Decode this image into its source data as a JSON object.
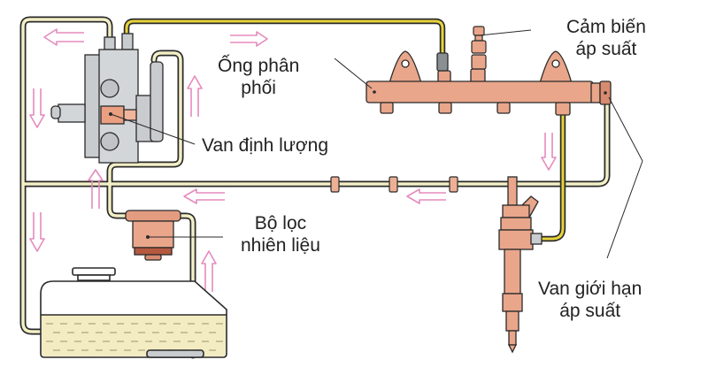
{
  "diagram": {
    "title": "Common rail diesel fuel system",
    "labels": {
      "rail_line1": "Ống phân",
      "rail_line2": "phối",
      "sensor_line1": "Cảm biến",
      "sensor_line2": "áp suất",
      "metering_valve": "Van định lượng",
      "filter_line1": "Bộ lọc",
      "filter_line2": "nhiên liệu",
      "limiter_line1": "Van giới hạn",
      "limiter_line2": "áp suất"
    },
    "components": [
      "high-pressure-pump",
      "common-rail",
      "pressure-sensor",
      "metering-valve",
      "fuel-filter",
      "fuel-tank",
      "injector",
      "pressure-limiting-valve"
    ],
    "colors": {
      "pipe_outline": "#2a2a2a",
      "low_pressure_pipe": "#f3efc6",
      "high_pressure_pipe": "#e8d33a",
      "copper": "#e9a68a",
      "copper_dark": "#c7785c",
      "pump_gray": "#c9cccf",
      "arrow": "#e58bbd",
      "fuel": "#f3ecc2"
    }
  }
}
